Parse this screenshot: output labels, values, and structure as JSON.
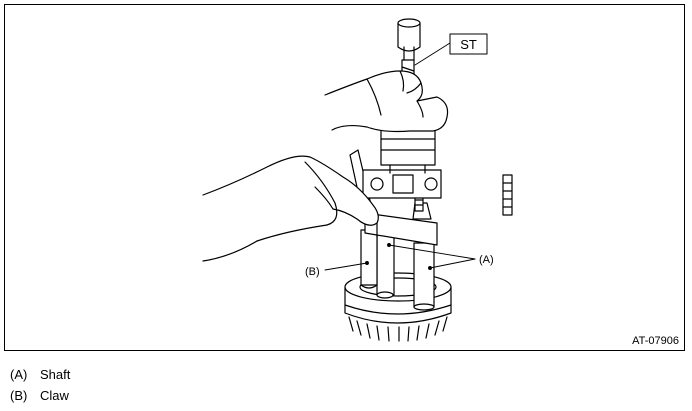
{
  "figure": {
    "tool_label": "ST",
    "callouts": [
      "(A)",
      "(B)"
    ],
    "figure_id": "AT-07906"
  },
  "legend": [
    {
      "key": "(A)",
      "text": "Shaft"
    },
    {
      "key": "(B)",
      "text": "Claw"
    }
  ]
}
